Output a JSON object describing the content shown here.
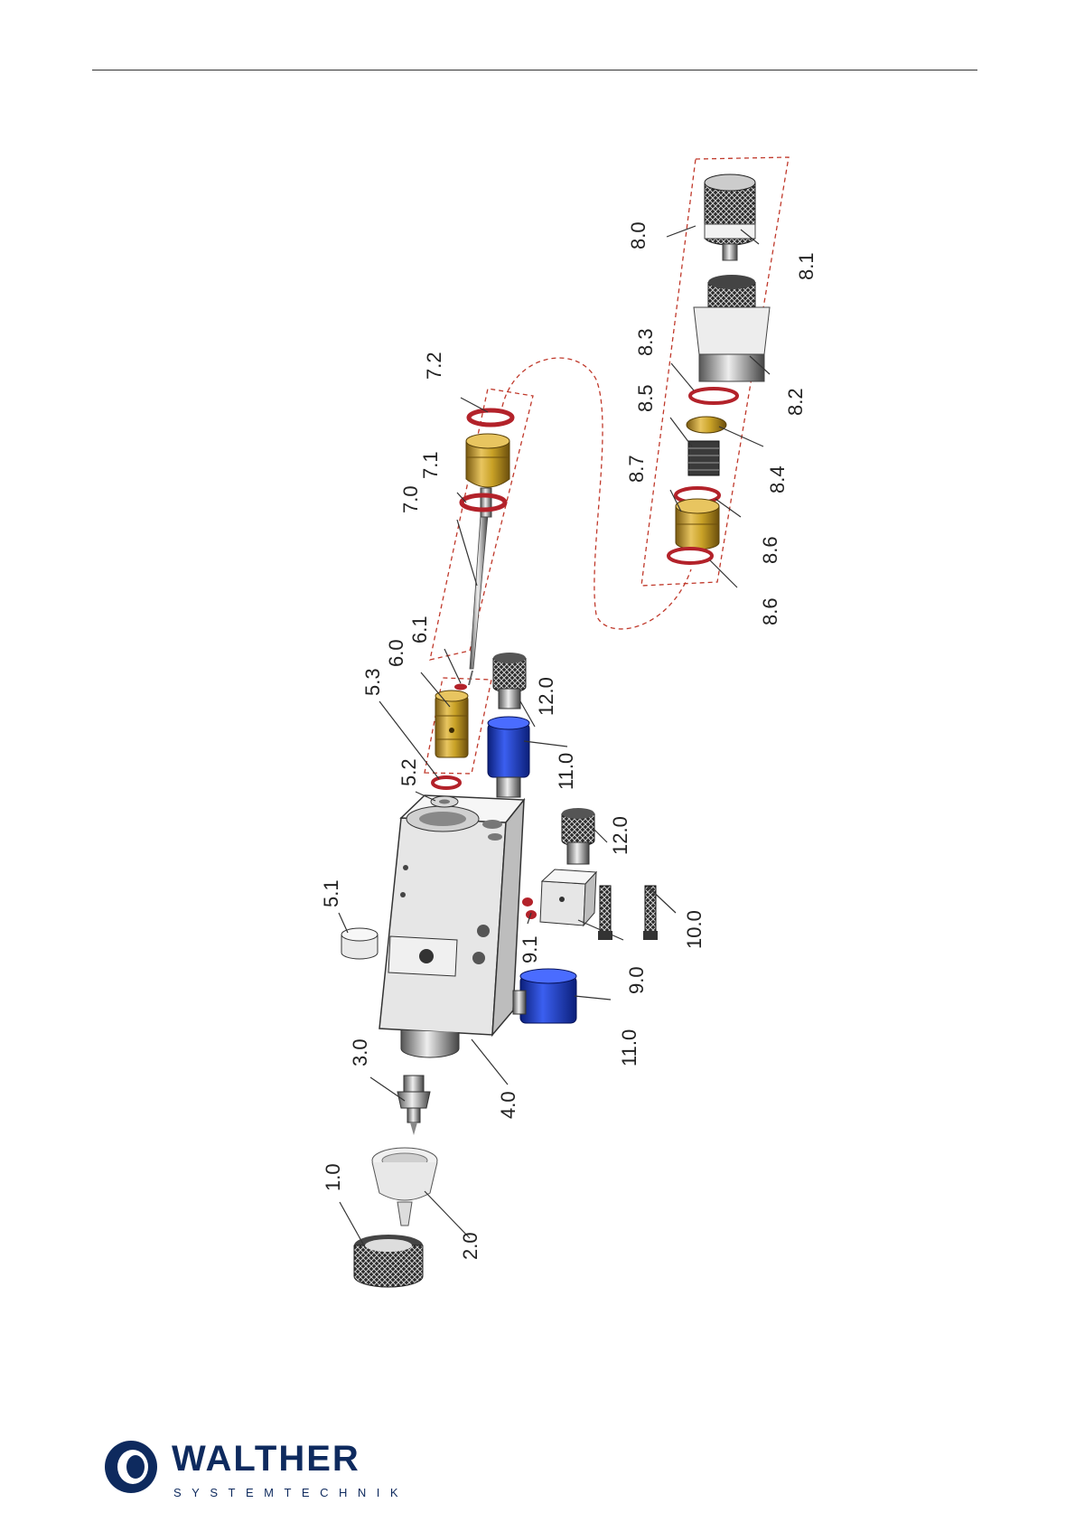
{
  "brand": {
    "name": "WALTHER",
    "subline": "SYSTEMTECHNIK",
    "color": "#0e2a5e"
  },
  "colors": {
    "brass": "#c9a227",
    "oring": "#b3222a",
    "knob_blue": "#1d3fc4",
    "block": "#e6e6e6",
    "dashed_frame": "#c0392b"
  },
  "callouts": {
    "c1_0": "1.0",
    "c2_0": "2.0",
    "c3_0": "3.0",
    "c4_0": "4.0",
    "c5_1": "5.1",
    "c5_2": "5.2",
    "c5_3": "5.3",
    "c6_0": "6.0",
    "c6_1": "6.1",
    "c7_0": "7.0",
    "c7_1": "7.1",
    "c7_2": "7.2",
    "c8_0": "8.0",
    "c8_1": "8.1",
    "c8_2": "8.2",
    "c8_3": "8.3",
    "c8_4": "8.4",
    "c8_5": "8.5",
    "c8_6a": "8.6",
    "c8_6b": "8.6",
    "c8_7": "8.7",
    "c9_0": "9.0",
    "c9_1": "9.1",
    "c10_0": "10.0",
    "c11_0a": "11.0",
    "c11_0b": "11.0",
    "c12_0a": "12.0",
    "c12_0b": "12.0"
  }
}
